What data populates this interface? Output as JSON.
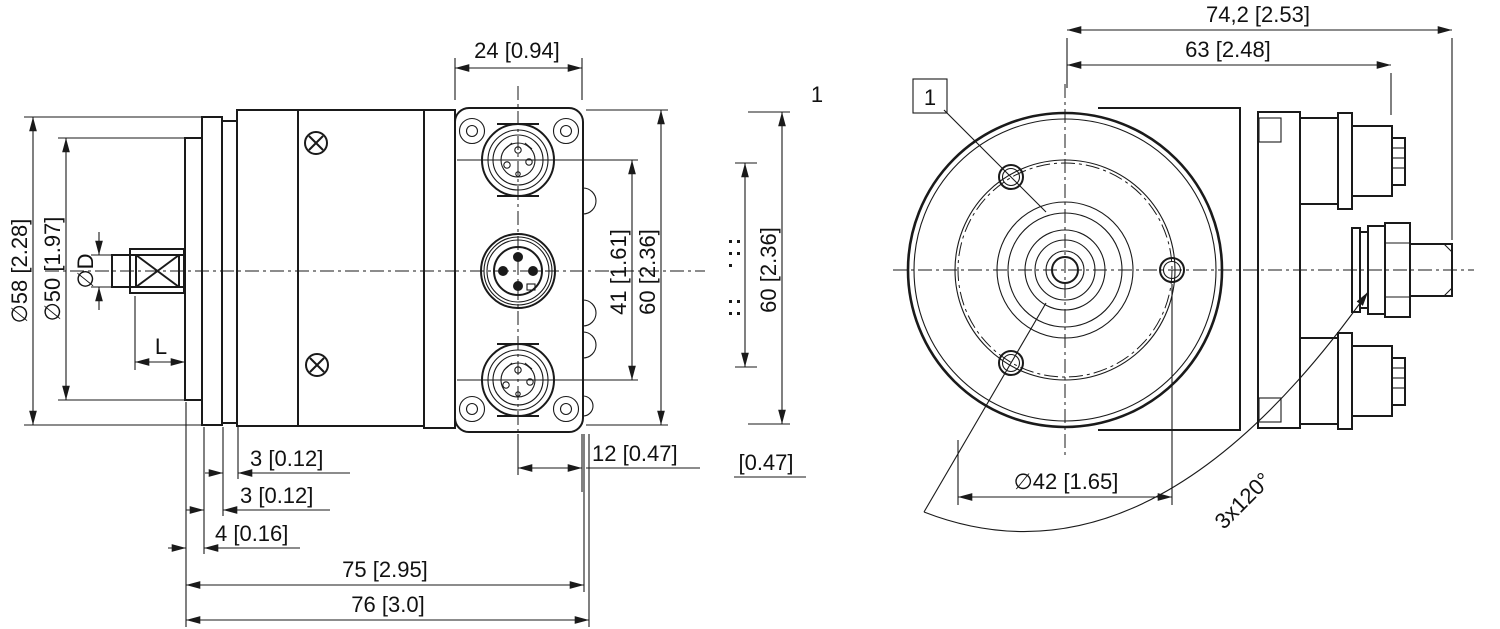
{
  "side_view": {
    "dim_width_top": "24 [0.94]",
    "dia_flange": "∅58 [2.28]",
    "dia_pilot": "∅50 [1.97]",
    "dia_shaft": "∅D",
    "key_length": "L",
    "dim_connector_span": "41 [1.61]",
    "dim_height": "60 [2.36]",
    "dim_flange_offset": "3 [0.12]",
    "dim_flange_thickness": "3 [0.12]",
    "dim_shaft_step": "4 [0.16]",
    "dim_connector_depth": "12 [0.47]",
    "dim_length_75": "75 [2.95]",
    "dim_length_76": "76 [3.0]"
  },
  "fragment_view": {
    "dim_height": "60 [2.36]",
    "dim_inch_only": "[0.47]",
    "callout": "1"
  },
  "front_view": {
    "callout_boxed": "1",
    "dim_overall": "74,2 [2.53]",
    "dim_to_connector": "63 [2.48]",
    "dia_bolt_circle": "∅42 [1.65]",
    "hole_pattern": "3x120°"
  }
}
